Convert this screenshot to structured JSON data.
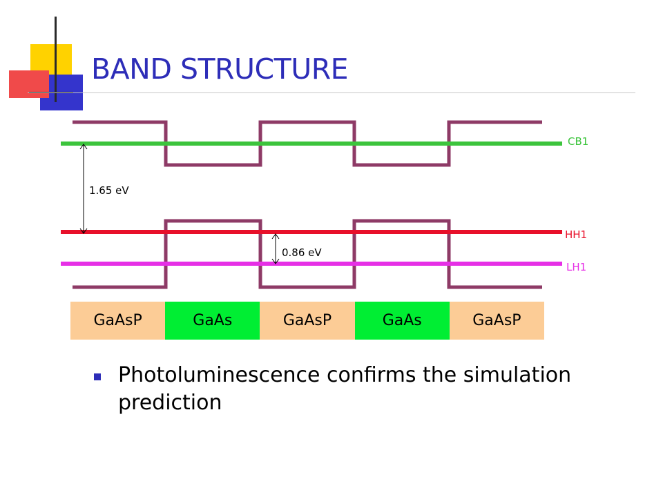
{
  "slide": {
    "title": "BAND STRUCTURE",
    "bullet": "Photoluminescence confirms the simulation prediction"
  },
  "diagram": {
    "levels": [
      {
        "label": "CB1",
        "color": "#3cc43c"
      },
      {
        "label": "HH1",
        "color": "#e8102a"
      },
      {
        "label": "LH1",
        "color": "#e62fe6"
      }
    ],
    "energy_gaps": [
      {
        "label": "1.65 eV"
      },
      {
        "label": "0.86 eV"
      }
    ],
    "layers": [
      {
        "material": "GaAsP",
        "color": "#fccc96"
      },
      {
        "material": "GaAs",
        "color": "#00ee33"
      },
      {
        "material": "GaAsP",
        "color": "#fccc96"
      },
      {
        "material": "GaAs",
        "color": "#00ee33"
      },
      {
        "material": "GaAsP",
        "color": "#fccc96"
      }
    ],
    "profile_color": "#8e3a66"
  },
  "logo": {
    "colors": {
      "yellow": "#ffd200",
      "red": "#f04a4a",
      "blue": "#3434cc",
      "line": "#2a2a2a"
    }
  }
}
